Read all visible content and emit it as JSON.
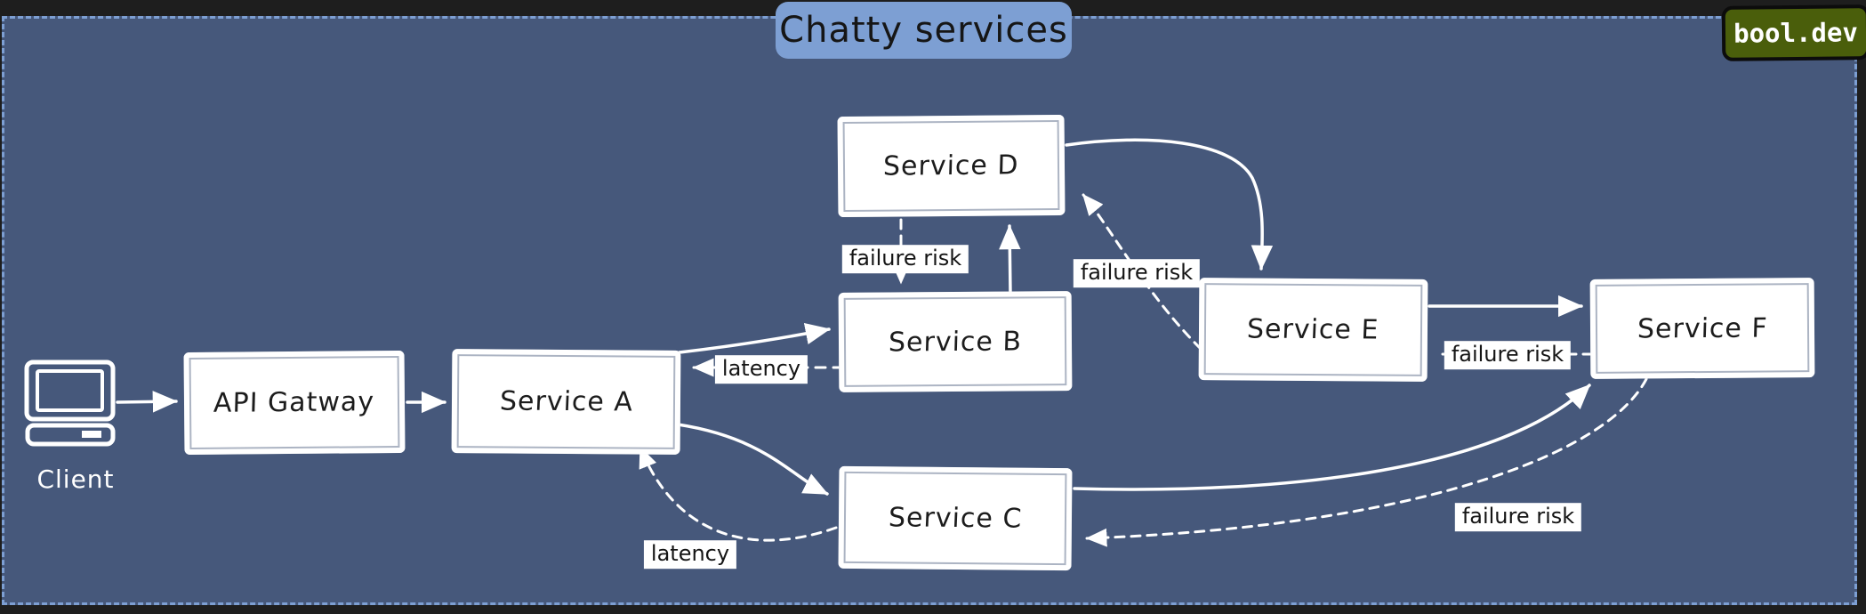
{
  "app": {
    "outer_background": "#1e1e1e",
    "canvas_background": "#46587b",
    "frame_dash_color": "#7d9fd3",
    "stroke_color": "#ffffff"
  },
  "title": {
    "text": "Chatty services",
    "background": "#7d9fd3"
  },
  "badge": {
    "text": "bool.dev",
    "background": "#4a5e0b"
  },
  "client": {
    "label": "Client",
    "icon": "computer-icon"
  },
  "nodes": {
    "gateway": {
      "label": "API Gatway"
    },
    "service_a": {
      "label": "Service A"
    },
    "service_b": {
      "label": "Service B"
    },
    "service_c": {
      "label": "Service C"
    },
    "service_d": {
      "label": "Service D"
    },
    "service_e": {
      "label": "Service E"
    },
    "service_f": {
      "label": "Service F"
    }
  },
  "edges": [
    {
      "from": "Client",
      "to": "API Gatway",
      "style": "solid",
      "label": ""
    },
    {
      "from": "API Gatway",
      "to": "Service A",
      "style": "solid",
      "label": ""
    },
    {
      "from": "Service A",
      "to": "Service B",
      "style": "solid",
      "label": ""
    },
    {
      "from": "Service B",
      "to": "Service A",
      "style": "dashed",
      "label": "latency"
    },
    {
      "from": "Service D",
      "to": "Service B",
      "style": "dashed",
      "label": "failure risk"
    },
    {
      "from": "Service B",
      "to": "Service D",
      "style": "solid",
      "label": ""
    },
    {
      "from": "Service D",
      "to": "Service E",
      "style": "solid",
      "label": ""
    },
    {
      "from": "Service E",
      "to": "Service D",
      "style": "dashed",
      "label": "failure risk"
    },
    {
      "from": "Service E",
      "to": "Service F",
      "style": "solid",
      "label": ""
    },
    {
      "from": "Service F",
      "to": "Service E",
      "style": "dashed",
      "label": "failure risk"
    },
    {
      "from": "Service A",
      "to": "Service C",
      "style": "solid",
      "label": ""
    },
    {
      "from": "Service C",
      "to": "Service A",
      "style": "dashed",
      "label": "latency"
    },
    {
      "from": "Service C",
      "to": "Service F",
      "style": "solid",
      "label": ""
    },
    {
      "from": "Service F",
      "to": "Service C",
      "style": "dashed",
      "label": "failure risk"
    }
  ]
}
